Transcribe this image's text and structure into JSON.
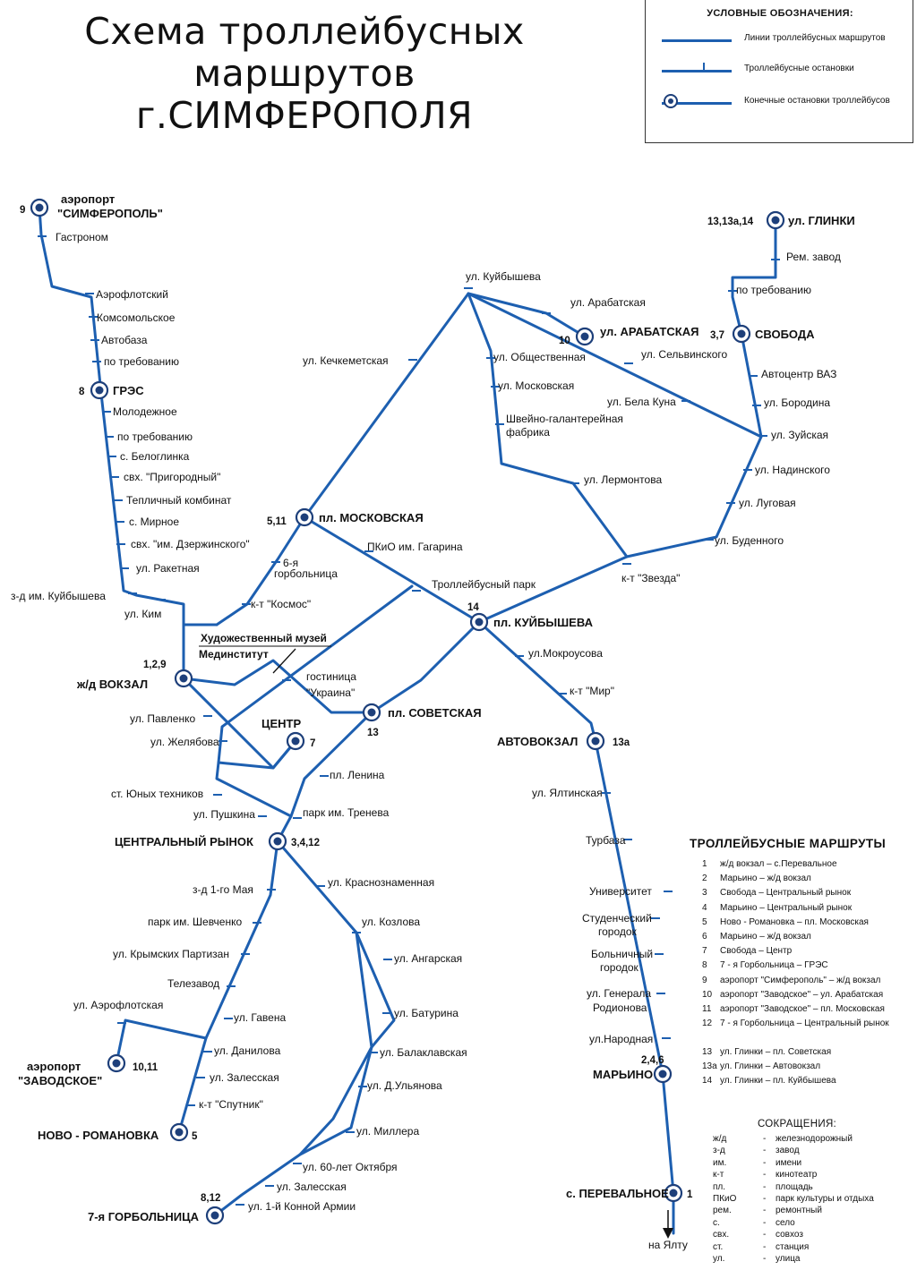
{
  "title": {
    "line1": "Схема троллейбусных",
    "line2": "маршрутов",
    "line3": "г.СИМФЕРОПОЛЯ"
  },
  "legend": {
    "title": "УСЛОВНЫЕ ОБОЗНАЧЕНИЯ:",
    "lines": "Линии троллейбусных маршрутов",
    "stops": "Троллейбусные остановки",
    "terminals": "Конечные остановки троллейбусов"
  },
  "colors": {
    "route_line": "#1d5fb0",
    "terminal": "#1d3f7a"
  },
  "terminals": [
    {
      "id": "t-airport-simf",
      "label1": "аэропорт",
      "label2": "\"СИМФЕРОПОЛЬ\"",
      "routes": "9"
    },
    {
      "id": "t-gres",
      "label1": "ГРЭС",
      "routes": "8"
    },
    {
      "id": "t-vokzal",
      "label1": "ж/д ВОКЗАЛ",
      "routes": "1,2,9"
    },
    {
      "id": "t-moskovskaya",
      "label1": "пл. МОСКОВСКАЯ",
      "routes": "5,11"
    },
    {
      "id": "t-kuibysheva",
      "label1": "пл. КУЙБЫШЕВА",
      "routes": "14"
    },
    {
      "id": "t-tsentr",
      "label1": "ЦЕНТР",
      "routes": "7"
    },
    {
      "id": "t-sovetskaya",
      "label1": "пл. СОВЕТСКАЯ",
      "routes": "13"
    },
    {
      "id": "t-avtovokzal",
      "label1": "АВТОВОКЗАЛ",
      "routes": "13а"
    },
    {
      "id": "t-rynok",
      "label1": "ЦЕНТРАЛЬНЫЙ РЫНОК",
      "routes": "3,4,12"
    },
    {
      "id": "t-zavodskoe",
      "label1": "аэропорт",
      "label2": "\"ЗАВОДСКОЕ\"",
      "routes": "10,11"
    },
    {
      "id": "t-novo-romanovka",
      "label1": "НОВО - РОМАНОВКА",
      "routes": "5"
    },
    {
      "id": "t-gorbolnica7",
      "label1": "7-я ГОРБОЛЬНИЦА",
      "routes": "8,12"
    },
    {
      "id": "t-marino",
      "label1": "МАРЬИНО",
      "routes": "2,4,6"
    },
    {
      "id": "t-perevalnoe",
      "label1": "с. ПЕРЕВАЛЬНОЕ",
      "routes": "1"
    },
    {
      "id": "t-glinki",
      "label1": "ул. ГЛИНКИ",
      "routes": "13,13а,14"
    },
    {
      "id": "t-svoboda",
      "label1": "СВОБОДА",
      "routes": "3,7"
    },
    {
      "id": "t-arabatskaya",
      "label1": "ул. АРАБАТСКАЯ",
      "routes": "10"
    }
  ],
  "stops": [
    "Гастроном",
    "Аэрофлотский",
    "Комсомольское",
    "Автобаза",
    "по требованию",
    "Молодежное",
    "по требованию",
    "с. Белоглинка",
    "свх. \"Пригородный\"",
    "Тепличный комбинат",
    "с. Мирное",
    "свх. \"им. Дзержинского\"",
    "ул. Ракетная",
    "з-д им. Куйбышева",
    "ул. Ким",
    "к-т \"Космос\"",
    "6-я",
    "горбольница",
    "ул. Кечкеметская",
    "ул. Куйбышева",
    "ул. Арабатская",
    "ул. Общественная",
    "ул. Московская",
    "Швейно-галантерейная",
    "фабрика",
    "ул. Лермонтова",
    "ул. Сельвинского",
    "ул. Бела Куна",
    "Рем. завод",
    "по требованию",
    "Автоцентр ВАЗ",
    "ул. Бородина",
    "ул. Зуйская",
    "ул. Надинского",
    "ул. Луговая",
    "ул. Буденного",
    "к-т \"Звезда\"",
    "ПКиО им. Гагарина",
    "Троллейбусный парк",
    "Художественный музей",
    "Мединститут",
    "гостиница",
    "\"Украина\"",
    "ул. Павленко",
    "ул. Желябова",
    "ул.Мокроусова",
    "к-т \"Мир\"",
    "пл. Ленина",
    "ст. Юных техников",
    "ул. Пушкина",
    "парк им. Тренева",
    "ул. Ялтинская",
    "Турбаза",
    "з-д 1-го Мая",
    "ул. Краснознаменная",
    "парк им. Шевченко",
    "ул. Козлова",
    "ул. Крымских Партизан",
    "ул. Ангарская",
    "Телезавод",
    "ул. Аэрофлотская",
    "ул. Гавена",
    "ул. Батурина",
    "ул. Данилова",
    "ул. Балаклавская",
    "ул. Залесская",
    "ул. Д.Ульянова",
    "к-т \"Спутник\"",
    "ул. Миллера",
    "ул. 60-лет Октября",
    "ул. Залесская",
    "ул. 1-й Конной Армии",
    "Университет",
    "Студенческий",
    "городок",
    "Больничный",
    "городок",
    "ул. Генерала",
    "Родионова",
    "ул.Народная",
    "на Ялту"
  ],
  "routes_section": {
    "title": "ТРОЛЛЕЙБУСНЫЕ  МАРШРУТЫ",
    "items": [
      {
        "num": "1",
        "desc": "ж/д вокзал – с.Перевальное"
      },
      {
        "num": "2",
        "desc": "Марьино – ж/д вокзал"
      },
      {
        "num": "3",
        "desc": "Свобода – Центральный рынок"
      },
      {
        "num": "4",
        "desc": "Марьино – Центральный рынок"
      },
      {
        "num": "5",
        "desc": "Ново - Романовка – пл. Московская"
      },
      {
        "num": "6",
        "desc": "Марьино – ж/д вокзал"
      },
      {
        "num": "7",
        "desc": "Свобода – Центр"
      },
      {
        "num": "8",
        "desc": "7 - я Горбольница – ГРЭС"
      },
      {
        "num": "9",
        "desc": "аэропорт \"Симферополь\" – ж/д вокзал"
      },
      {
        "num": "10",
        "desc": "аэропорт \"Заводское\" – ул. Арабатская"
      },
      {
        "num": "11",
        "desc": "аэропорт \"Заводское\" – пл. Московская"
      },
      {
        "num": "12",
        "desc": "7 - я Горбольница – Центральный рынок"
      },
      {
        "num": "13",
        "desc": "ул. Глинки – пл. Советская"
      },
      {
        "num": "13а",
        "desc": "ул. Глинки – Автовокзал"
      },
      {
        "num": "14",
        "desc": "ул. Глинки – пл. Куйбышева"
      }
    ]
  },
  "abbreviations": {
    "title": "СОКРАЩЕНИЯ:",
    "items": [
      {
        "key": "ж/д",
        "val": "железнодорожный"
      },
      {
        "key": "з-д",
        "val": "завод"
      },
      {
        "key": "им.",
        "val": "имени"
      },
      {
        "key": "к-т",
        "val": "кинотеатр"
      },
      {
        "key": "пл.",
        "val": "площадь"
      },
      {
        "key": "ПКиО",
        "val": "парк культуры и отдыха"
      },
      {
        "key": "рем.",
        "val": "ремонтный"
      },
      {
        "key": "с.",
        "val": "село"
      },
      {
        "key": "свх.",
        "val": "совхоз"
      },
      {
        "key": "ст.",
        "val": "станция"
      },
      {
        "key": "ул.",
        "val": "улица"
      }
    ]
  }
}
